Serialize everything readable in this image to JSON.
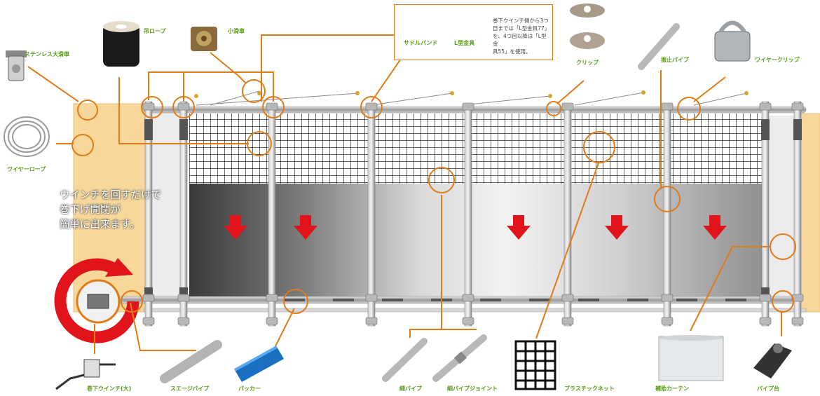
{
  "description_text": [
    "ウインチを回すだけで",
    "巻下げ開閉が",
    "簡単に出来ます。"
  ],
  "inset": {
    "items": [
      "サドルバンド",
      "L型金具"
    ],
    "note": [
      "巻下ウインチ側から3つ",
      "目までは「L型金具77」",
      "を、4つ目以降は「L型金",
      "具55」を使用。"
    ]
  },
  "parts": {
    "stainless_pulley": "ステンレス大滑車",
    "hanging_rope": "吊ロープ",
    "small_pulley": "小滑車",
    "wire_rope": "ワイヤーロープ",
    "clip": "クリップ",
    "bracing_pipe": "振止パイプ",
    "wire_clip": "ワイヤークリップ",
    "winch": "巻下ウインチ(大)",
    "swage_pipe": "スエージパイプ",
    "packer": "パッカー",
    "thin_pipe": "細パイプ",
    "thin_pipe_joint": "細パイプジョイント",
    "plastic_net": "プラスチックネット",
    "auxiliary_curtain": "補助カーテン",
    "pipe_stand": "パイプ台"
  },
  "colors": {
    "accent": "#e07b1a",
    "label": "#5a9a1a",
    "arrow": "#e0141a",
    "wood": "#f7d79a"
  }
}
